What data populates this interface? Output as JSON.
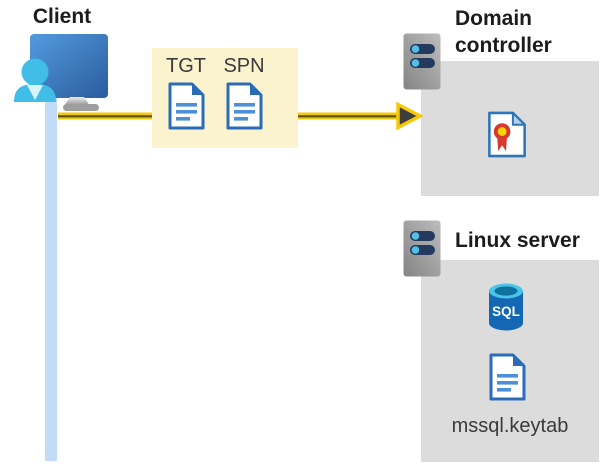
{
  "client": {
    "label": "Client"
  },
  "ticket_box": {
    "tgt_label": "TGT",
    "spn_label": "SPN"
  },
  "domain_controller": {
    "label": "Domain controller"
  },
  "linux_server": {
    "label": "Linux server",
    "database_label": "SQL",
    "keytab_label": "mssql.keytab"
  },
  "icons": {
    "client": "client-workstation-icon",
    "domain_controller": "server-icon",
    "linux_server": "server-icon",
    "tgt": "document-icon",
    "spn": "document-icon",
    "certificate": "certificate-icon",
    "database": "sql-database-icon",
    "keytab": "document-icon"
  },
  "colors": {
    "arrow_yellow": "#F5C80A",
    "arrow_core": "#5B541C",
    "arrowhead_gray": "#3D3D3D",
    "ticket_box_yellow": "#FBF3CD",
    "server_box_gray": "#DCDCDC",
    "lifeline_blue": "#C2DCF7",
    "doc_blue": "#2B6CB8",
    "doc_line_blue": "#4E90D8",
    "monitor_blue": "#3C7FC8",
    "person_cyan": "#41BEE8",
    "server_bar_navy": "#243A5E",
    "server_dot_cyan": "#53BEE6",
    "sql_body_blue": "#1468B3",
    "sql_rim_cyan": "#4AC4E9",
    "cert_red": "#D8392F",
    "cert_gold": "#FFD305",
    "heading_text": "#1C1C1C",
    "label_text": "#3A3A3A"
  }
}
